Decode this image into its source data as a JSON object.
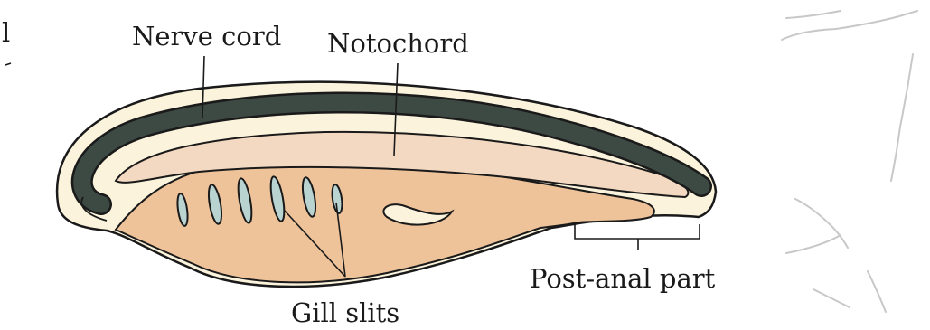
{
  "diagram": {
    "labels": {
      "nerve_cord": "Nerve cord",
      "notochord": "Notochord",
      "gill_slits": "Gill slits",
      "post_anal_part": "Post-anal part"
    },
    "colors": {
      "outline": "#1a1a1a",
      "outer_skin": "#fbf3dc",
      "nerve_cord": "#3d4a44",
      "notochord": "#f4d9c2",
      "body_fill": "#efc39a",
      "gill_slit": "#b9d3d0",
      "background": "#ffffff"
    },
    "page_marks": {
      "left_margin": "l"
    }
  }
}
